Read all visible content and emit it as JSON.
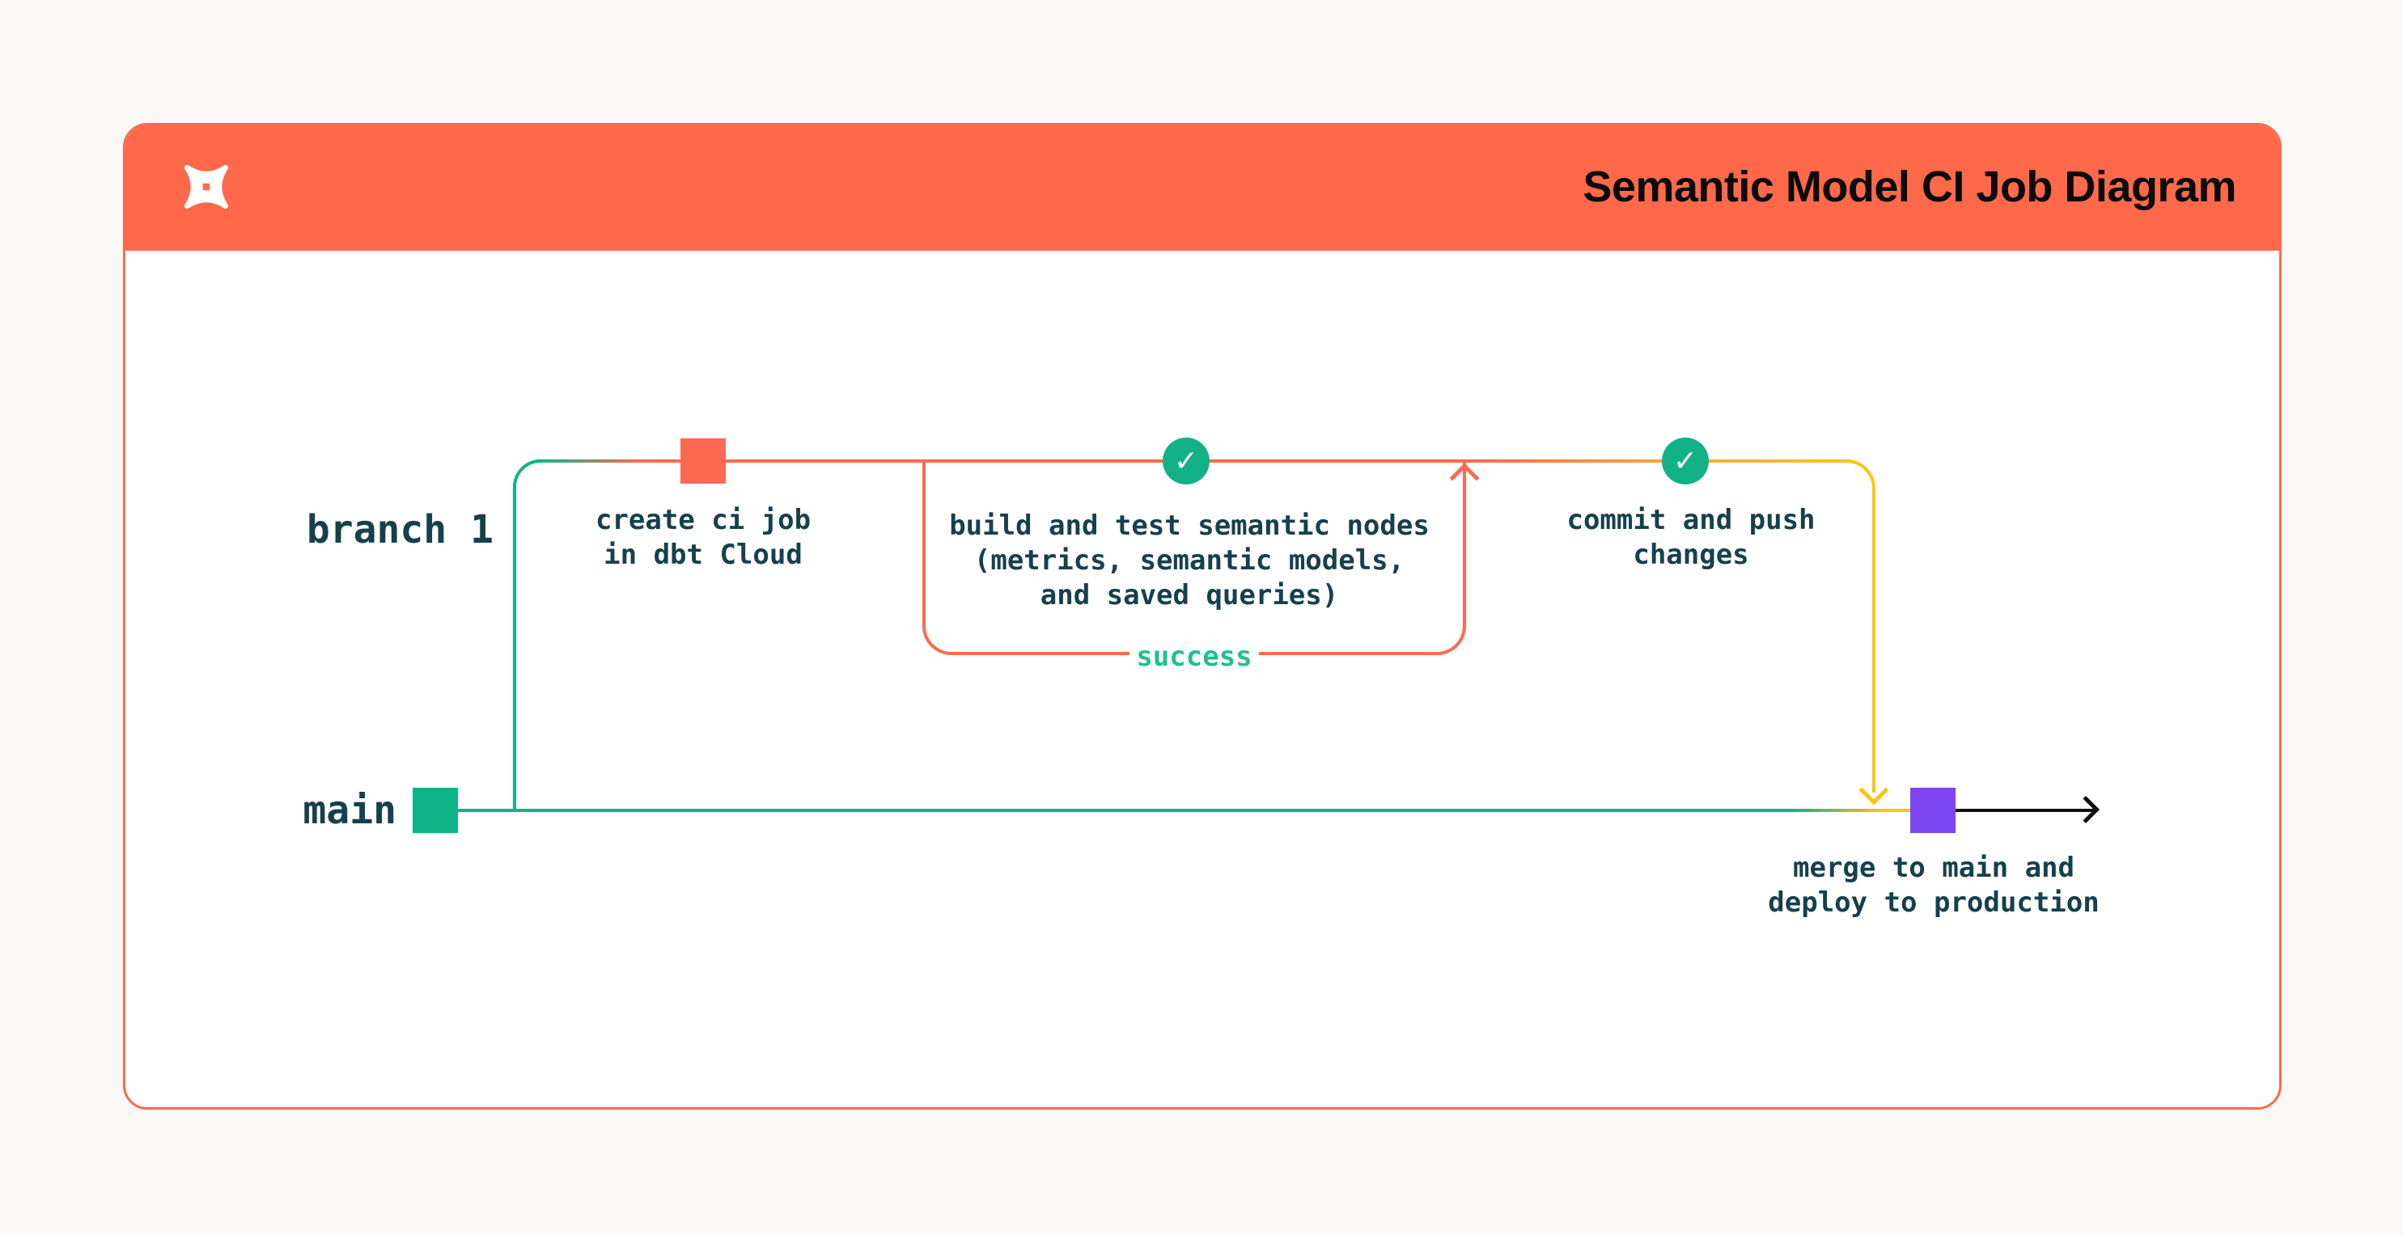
{
  "header": {
    "title": "Semantic Model CI Job Diagram",
    "logo": "dbt-logo"
  },
  "lanes": {
    "branch": "branch 1",
    "main": "main"
  },
  "nodes": {
    "create_ci": "create ci job\nin dbt Cloud",
    "build_test": "build and test semantic nodes\n(metrics, semantic models,\nand saved queries)",
    "success": "success",
    "commit_push": "commit and push\nchanges",
    "merge_deploy": "merge to main and\ndeploy to production"
  },
  "icons": {
    "check": "✓"
  },
  "colors": {
    "header_orange": "#FF694A",
    "line_orange": "#FB6A50",
    "green": "#0FB488",
    "check_green": "#12B286",
    "success_green": "#1FC08F",
    "yellow": "#FDC313",
    "purple": "#7C45F0",
    "text_dark": "#16404D",
    "title_black": "#0B0B0B",
    "card_bg": "#FFFFFF",
    "page_bg": "#F9F8F6"
  }
}
